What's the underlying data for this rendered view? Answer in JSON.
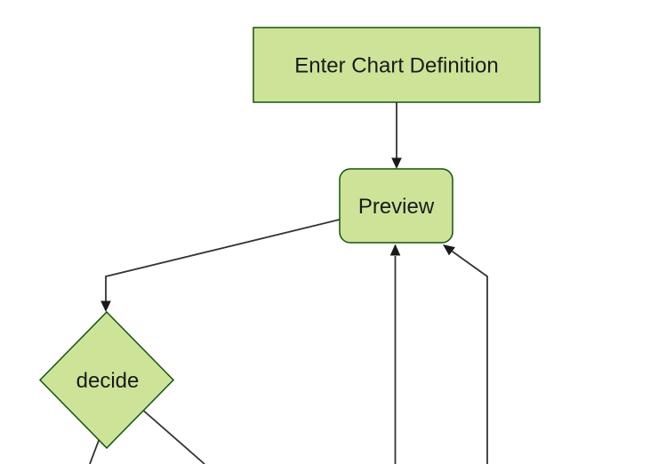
{
  "diagram": {
    "type": "flowchart",
    "direction": "top-down",
    "theme": "forest",
    "nodes": [
      {
        "id": "enter-chart-definition",
        "shape": "rectangle",
        "label": "Enter Chart Definition"
      },
      {
        "id": "preview",
        "shape": "rounded-rectangle",
        "label": "Preview"
      },
      {
        "id": "decide",
        "shape": "diamond",
        "label": "decide"
      }
    ],
    "edges": [
      {
        "from": "enter-chart-definition",
        "to": "preview",
        "arrowhead": true
      },
      {
        "from": "preview",
        "to": "decide",
        "arrowhead": true
      },
      {
        "from": "offscreen-bottom",
        "to": "preview",
        "arrowhead": true
      },
      {
        "from": "offscreen-bottom-right",
        "to": "preview",
        "arrowhead": true
      },
      {
        "from": "decide",
        "to": "offscreen-bottom-left",
        "arrowhead": false
      },
      {
        "from": "decide",
        "to": "offscreen-bottom-right",
        "arrowhead": false
      }
    ]
  },
  "colors": {
    "background": "#ffffff",
    "node-fill": "#cde498",
    "node-border": "#13540c",
    "edge-line": "#333333",
    "arrowhead": "#1a1a1a",
    "label-text": "#1a1a1a"
  }
}
